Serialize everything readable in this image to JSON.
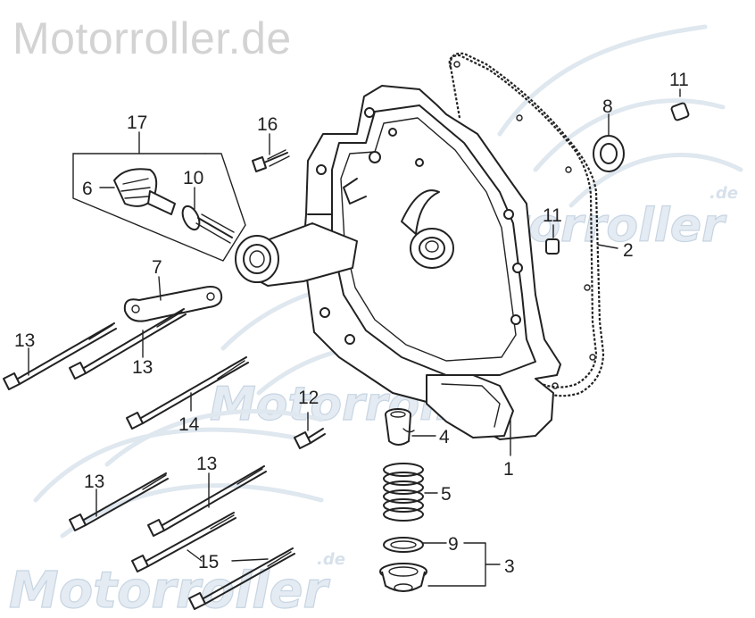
{
  "watermark": {
    "top_text": "Motorroller.de",
    "logo_text": "Motorroller",
    "logo_suffix": ".de"
  },
  "part_labels": [
    "1",
    "2",
    "3",
    "4",
    "5",
    "6",
    "7",
    "8",
    "9",
    "10",
    "11",
    "12",
    "13",
    "14",
    "15",
    "16",
    "17"
  ]
}
